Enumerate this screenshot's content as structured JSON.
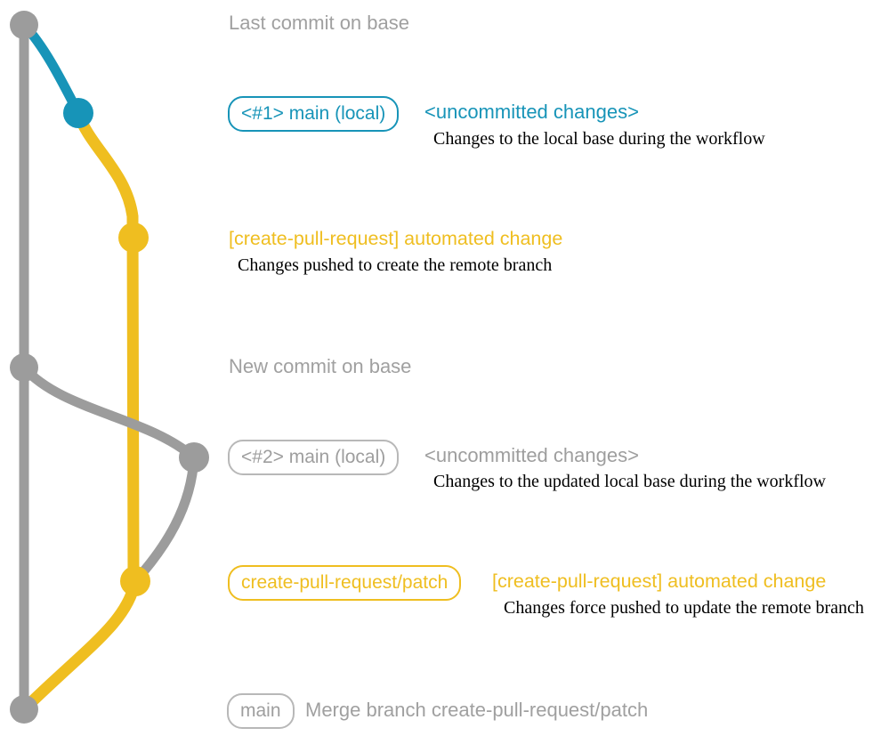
{
  "colors": {
    "gray": "#9c9c9c",
    "gray_text": "#a0a0a0",
    "blue": "#1794b8",
    "yellow": "#efbe20",
    "description_text": "#000000",
    "background": "#ffffff"
  },
  "annotations": {
    "last_commit_on_base": "Last commit on base",
    "new_commit_on_base": "New commit on base"
  },
  "rows": {
    "local_main_1": {
      "badge": "<#1> main (local)",
      "status": "<uncommitted changes>",
      "description": "Changes to the local base during the workflow"
    },
    "automated_change_1": {
      "title": "[create-pull-request] automated change",
      "description": "Changes pushed to create the remote branch"
    },
    "local_main_2": {
      "badge": "<#2> main (local)",
      "status": "<uncommitted changes>",
      "description": "Changes to the updated local base during the workflow"
    },
    "remote_branch": {
      "badge": "create-pull-request/patch",
      "title": "[create-pull-request] automated change",
      "description": "Changes force pushed to update the remote branch"
    },
    "merge": {
      "badge": "main",
      "description": "Merge branch create-pull-request/patch"
    }
  }
}
